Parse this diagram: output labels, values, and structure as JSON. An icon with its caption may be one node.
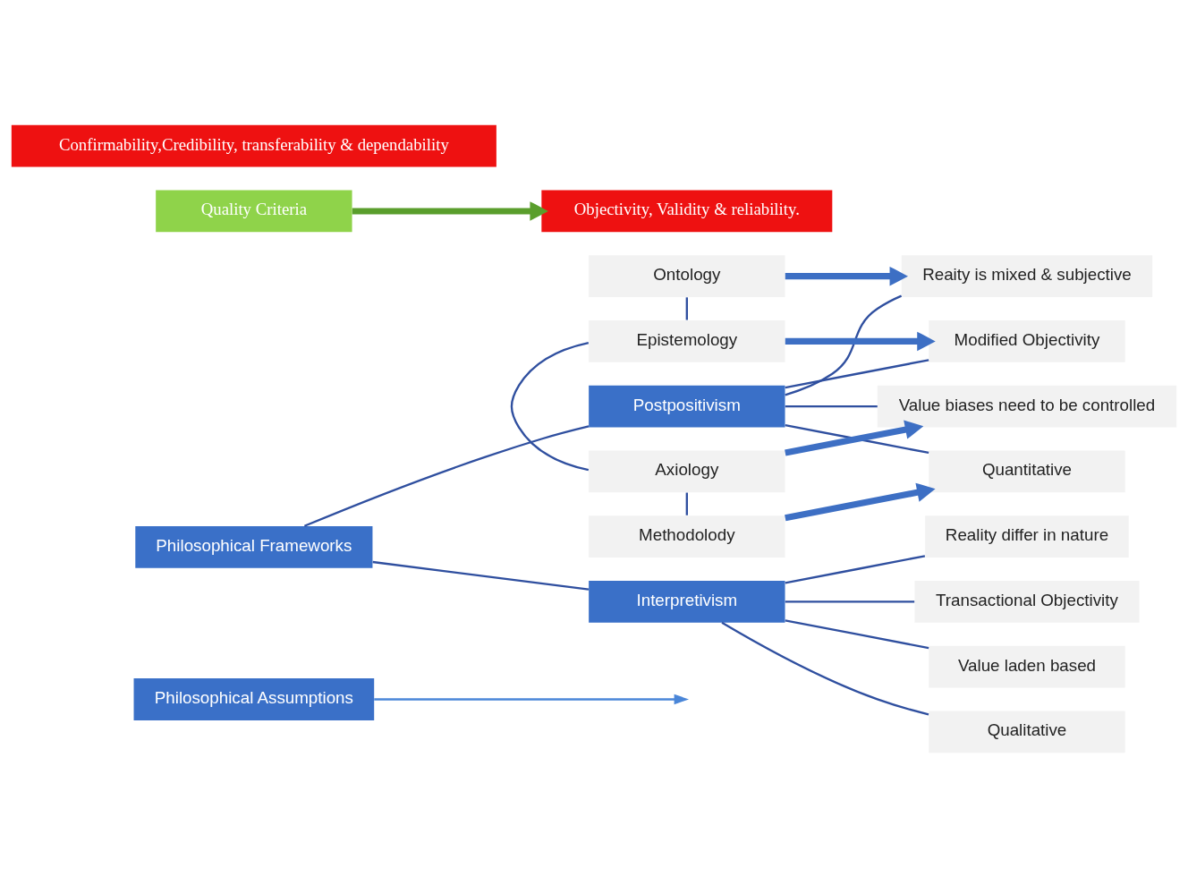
{
  "diagram": {
    "nodes": [
      {
        "text": [
          "Philosophical Assumptions"
        ]
      },
      {
        "text": [
          "Philosophical Frameworks"
        ]
      },
      {
        "text": [
          "Postpositivism"
        ]
      },
      {
        "text": [
          "Interpretivism"
        ]
      },
      {
        "text": [
          "Ontology"
        ]
      },
      {
        "text": [
          "Epistemology"
        ]
      },
      {
        "text": [
          "Axiology"
        ]
      },
      {
        "text": [
          "Methodolody"
        ]
      },
      {
        "text": [
          "Reaity is mixed & subjective"
        ]
      },
      {
        "text": [
          "Modified Objectivity"
        ]
      },
      {
        "text": [
          "Value biases need to be controlled"
        ]
      },
      {
        "text": [
          "Quantitative"
        ]
      },
      {
        "text": [
          "Reality differ in nature"
        ]
      },
      {
        "text": [
          "Transactional Objectivity"
        ]
      },
      {
        "text": [
          "Value laden based"
        ]
      },
      {
        "text": [
          "Qualitative"
        ]
      },
      {
        "text": [
          "Quality Criteria"
        ]
      },
      {
        "text": [
          "Objectivity, Validity & reliability."
        ]
      },
      {
        "text": [
          "Confirmability,Credibility, transferability & dependability"
        ]
      }
    ],
    "edges": [
      {
        "from": 0,
        "to": null,
        "arrow": "to",
        "color": "#4a86d8"
      },
      {
        "from": 1,
        "to": 2,
        "arrow": "none"
      },
      {
        "from": 1,
        "to": 3,
        "arrow": "none"
      },
      {
        "from": 4,
        "to": 5,
        "arrow": "none"
      },
      {
        "from": 5,
        "to": 6,
        "arrow": "none"
      },
      {
        "from": 6,
        "to": 7,
        "arrow": "none"
      },
      {
        "from": 2,
        "to": 8,
        "arrow": "none"
      },
      {
        "from": 2,
        "to": 9,
        "arrow": "none"
      },
      {
        "from": 2,
        "to": 10,
        "arrow": "none"
      },
      {
        "from": 2,
        "to": 11,
        "arrow": "none"
      },
      {
        "from": 3,
        "to": 12,
        "arrow": "none"
      },
      {
        "from": 3,
        "to": 13,
        "arrow": "none"
      },
      {
        "from": 3,
        "to": 14,
        "arrow": "none"
      },
      {
        "from": 3,
        "to": 15,
        "arrow": "none"
      },
      {
        "from": 4,
        "to": 8,
        "arrow": "to",
        "style": "thick",
        "color": "#3d6fc4"
      },
      {
        "from": 5,
        "to": 9,
        "arrow": "to",
        "style": "thick",
        "color": "#3d6fc4"
      },
      {
        "from": 6,
        "to": 10,
        "arrow": "to",
        "style": "thick",
        "color": "#3d6fc4"
      },
      {
        "from": 7,
        "to": 11,
        "arrow": "to",
        "style": "thick",
        "color": "#3d6fc4"
      },
      {
        "from": 16,
        "to": 17,
        "arrow": "to",
        "style": "thick",
        "color": "#5a9e2c"
      }
    ]
  }
}
